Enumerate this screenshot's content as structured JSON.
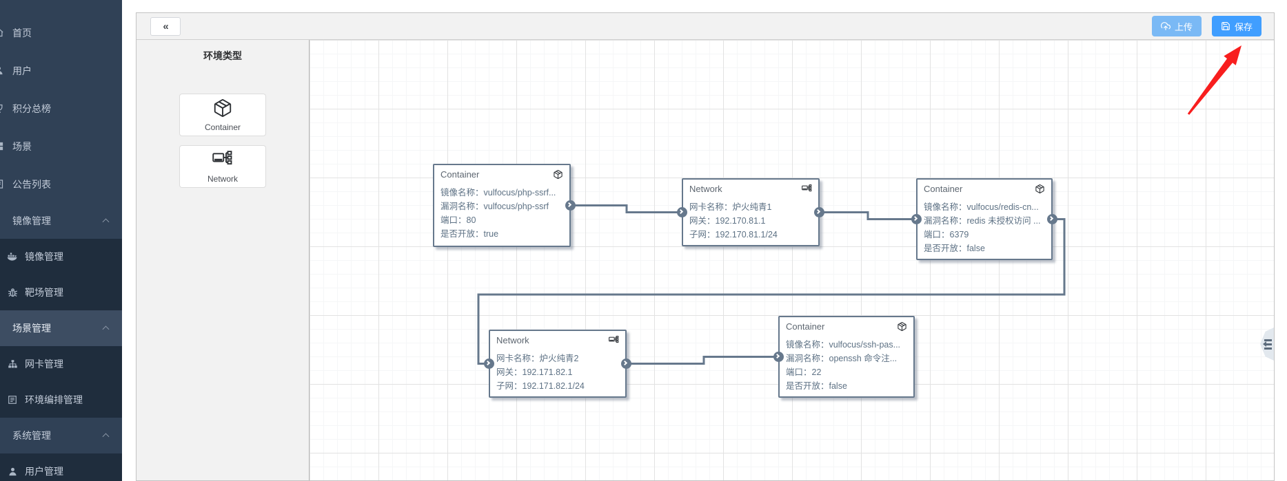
{
  "sidebar": {
    "items": [
      {
        "label": "首页"
      },
      {
        "label": "用户"
      },
      {
        "label": "积分总榜"
      },
      {
        "label": "场景"
      },
      {
        "label": "公告列表"
      },
      {
        "label": "镜像管理"
      },
      {
        "label": "镜像管理"
      },
      {
        "label": "靶场管理"
      },
      {
        "label": "场景管理"
      },
      {
        "label": "网卡管理"
      },
      {
        "label": "环境编排管理"
      },
      {
        "label": "系统管理"
      },
      {
        "label": "用户管理"
      }
    ]
  },
  "toolbar": {
    "collapse_icon": "«",
    "upload_label": "上传",
    "save_label": "保存"
  },
  "palette": {
    "title": "环境类型",
    "items": [
      {
        "label": "Container"
      },
      {
        "label": "Network"
      }
    ]
  },
  "canvas": {
    "nodes": [
      {
        "title": "Container",
        "rows": [
          "镜像名称：vulfocus/php-ssrf...",
          "漏洞名称：vulfocus/php-ssrf",
          "端口：80",
          "是否开放：true"
        ]
      },
      {
        "title": "Network",
        "rows": [
          "网卡名称：炉火纯青1",
          "网关：192.170.81.1",
          "子网：192.170.81.1/24"
        ]
      },
      {
        "title": "Container",
        "rows": [
          "镜像名称：vulfocus/redis-cn...",
          "漏洞名称：redis 未授权访问 ...",
          "端口：6379",
          "是否开放：false"
        ]
      },
      {
        "title": "Network",
        "rows": [
          "网卡名称：炉火纯青2",
          "网关：192.171.82.1",
          "子网：192.171.82.1/24"
        ]
      },
      {
        "title": "Container",
        "rows": [
          "镜像名称：vulfocus/ssh-pas...",
          "漏洞名称：openssh 命令注...",
          "端口：22",
          "是否开放：false"
        ]
      }
    ]
  },
  "colors": {
    "sidebar_bg": "#304156",
    "sidebar_sub_bg": "#1f2d3d",
    "sidebar_active_bg": "#3d4d62",
    "save_button": "#409EFF",
    "upload_button": "#7ab9f5",
    "edge": "#66788C",
    "annotation_arrow": "#F81E1E"
  }
}
